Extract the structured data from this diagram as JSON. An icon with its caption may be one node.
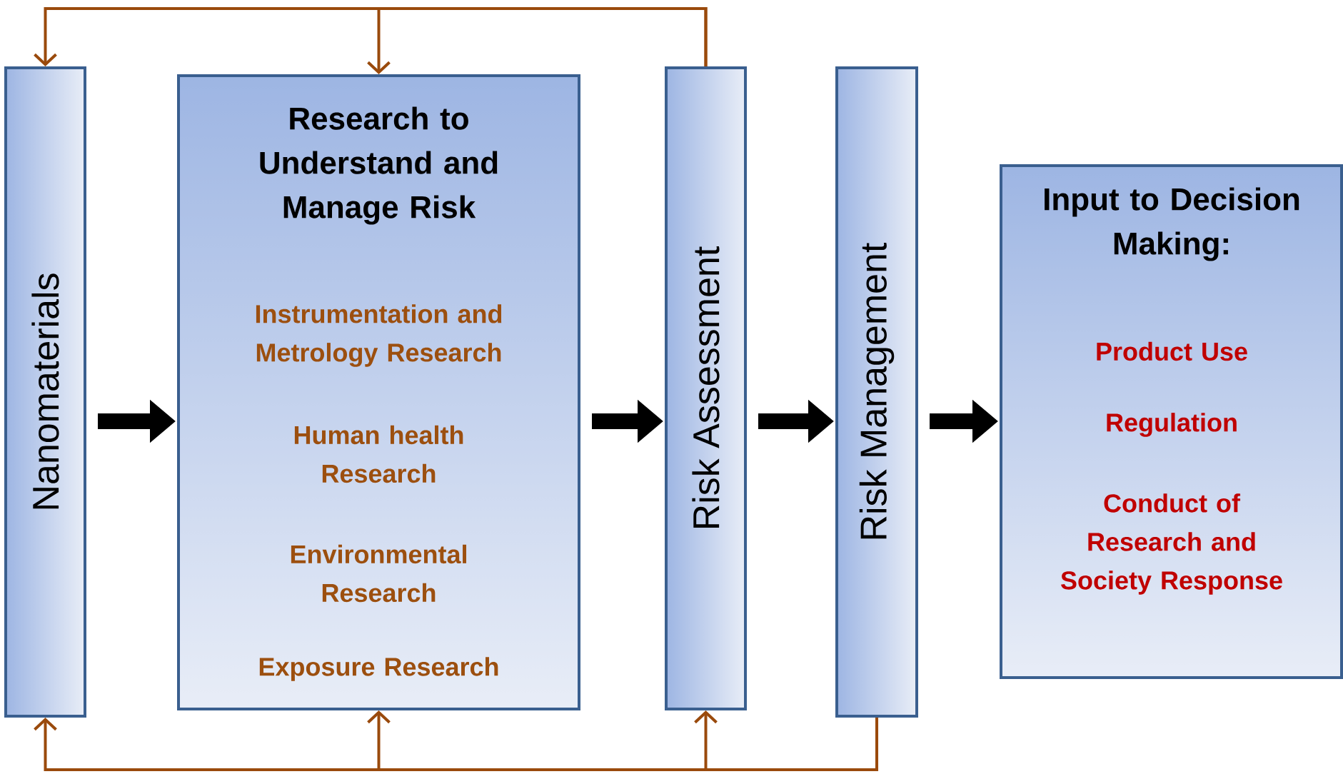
{
  "diagram": {
    "nodes": [
      {
        "text": [
          "Nanomaterials"
        ]
      },
      {
        "text": [
          "Research to Understand and Manage Risk",
          "Instrumentation and Metrology Research",
          "Human health Research",
          "Environmental Research",
          "Exposure Research"
        ]
      },
      {
        "text": [
          "Risk Assessment"
        ]
      },
      {
        "text": [
          "Risk Management"
        ]
      },
      {
        "text": [
          "Input to Decision Making:",
          "Product Use",
          "Regulation",
          "Conduct of Research and Society Response"
        ]
      }
    ],
    "edges": [
      {
        "from": 0,
        "to": 1,
        "arrow": "to",
        "style": "thick",
        "color": "#000000"
      },
      {
        "from": 1,
        "to": 2,
        "arrow": "to",
        "style": "thick",
        "color": "#000000"
      },
      {
        "from": 2,
        "to": 3,
        "arrow": "to",
        "style": "thick",
        "color": "#000000"
      },
      {
        "from": 3,
        "to": 4,
        "arrow": "to",
        "style": "thick",
        "color": "#000000"
      },
      {
        "from": 2,
        "to": 0,
        "arrow": "to"
      },
      {
        "from": 2,
        "to": 1,
        "arrow": "to"
      },
      {
        "from": 3,
        "to": 0,
        "arrow": "to"
      },
      {
        "from": 3,
        "to": 1,
        "arrow": "to"
      },
      {
        "from": 3,
        "to": 2,
        "arrow": "to"
      }
    ]
  }
}
